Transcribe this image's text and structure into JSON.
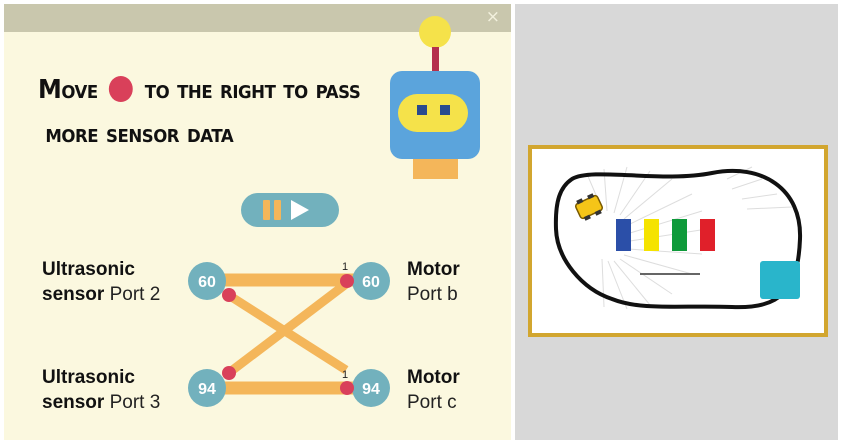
{
  "window": {
    "close_label": "×"
  },
  "instruction": {
    "line1_before": "Move",
    "line1_after": "to the right to pass",
    "line2": "more sensor data"
  },
  "controls": {
    "pause_icon": "pause-icon",
    "play_icon": "play-icon"
  },
  "connections": {
    "sensor_top": {
      "name": "Ultrasonic",
      "prefix": "sensor",
      "port": "Port 2",
      "value": "60"
    },
    "sensor_bottom": {
      "name": "Ultrasonic",
      "prefix": "sensor",
      "port": "Port 3",
      "value": "94"
    },
    "motor_top": {
      "name": "Motor",
      "port": "Port b",
      "value": "60",
      "marker": "1"
    },
    "motor_bottom": {
      "name": "Motor",
      "port": "Port c",
      "value": "94",
      "marker": "1"
    }
  },
  "colors": {
    "panel_bg": "#fbf8df",
    "accent_teal": "#72b1bd",
    "wire_orange": "#f4b65a",
    "dot_red": "#d9405a",
    "frame_gold": "#d2a62f",
    "robot_blue": "#5ba4dc",
    "robot_yellow": "#f5e24a",
    "robot_red_stem": "#b52f4c"
  },
  "simulation": {
    "color_bars": [
      "#2b4fa8",
      "#f5e300",
      "#0e9a3a",
      "#e0202a"
    ],
    "target_color": "#29b5cb"
  }
}
